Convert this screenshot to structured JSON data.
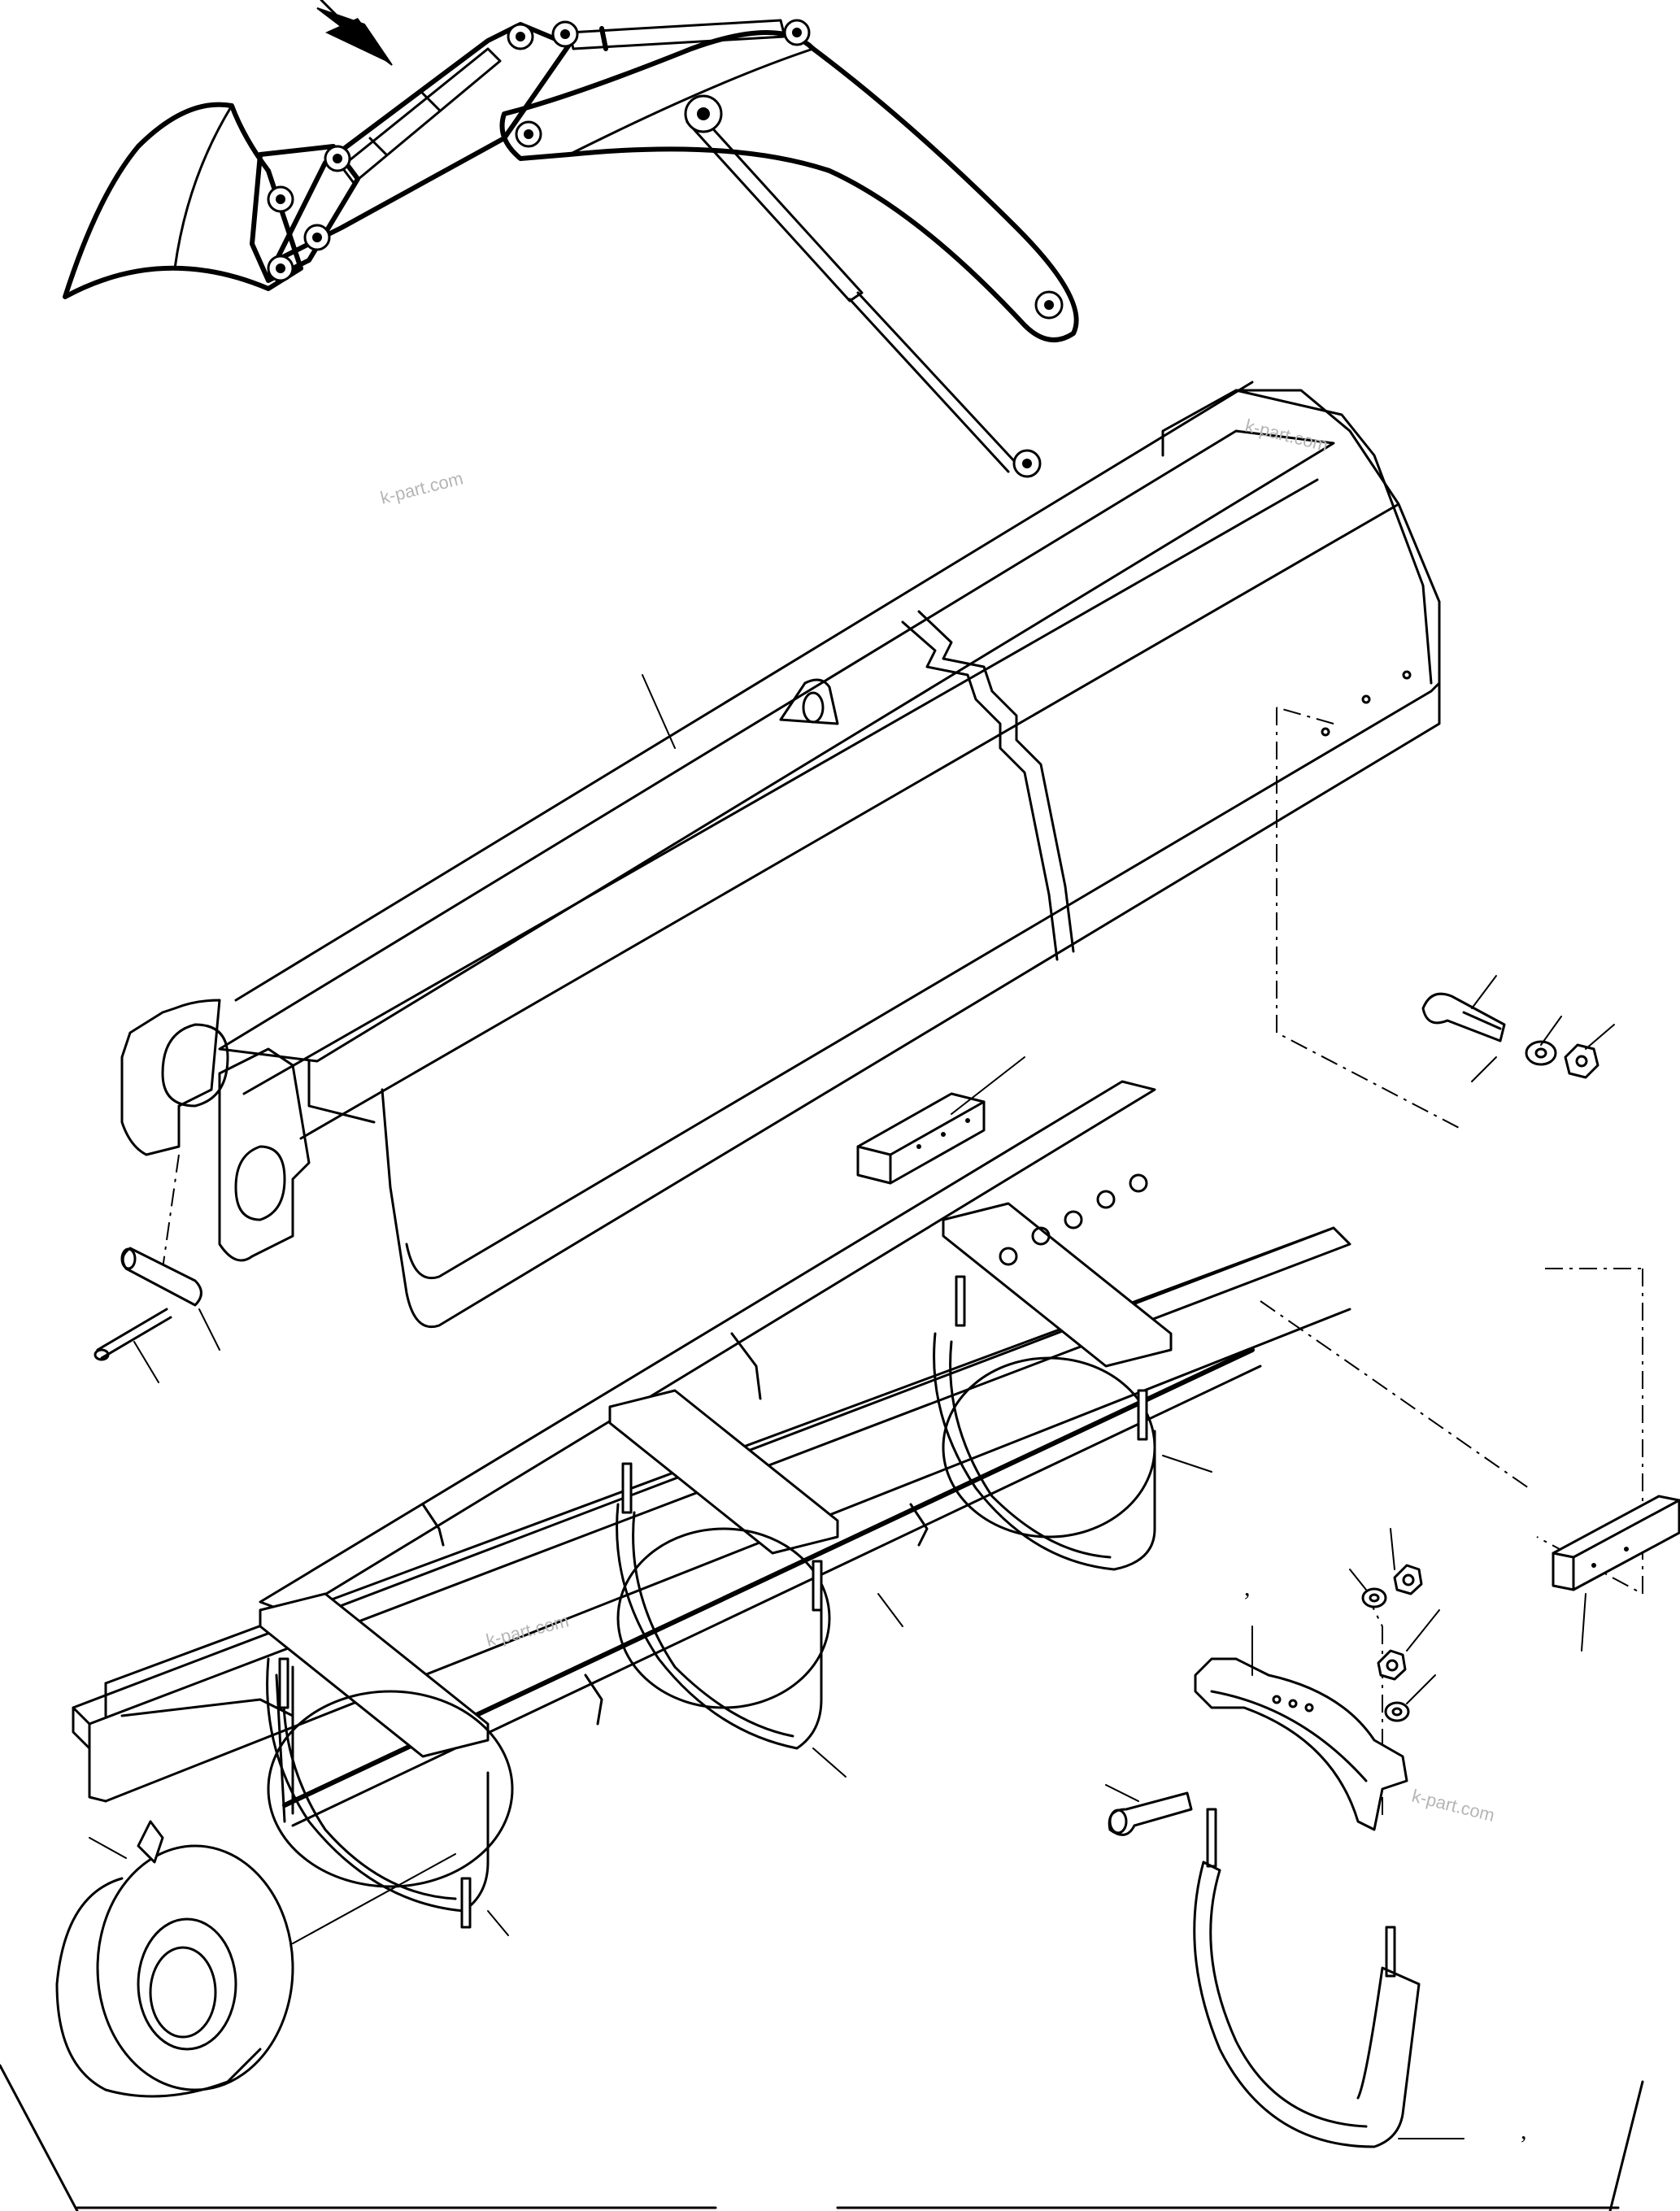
{
  "watermarks": [
    "k-part.com",
    "k-part.com",
    "k-part.com",
    "k-part.com"
  ],
  "marks": [
    ",",
    ","
  ],
  "colors": {
    "line": "#000000",
    "watermark": "#b5b5b5",
    "background": "#ffffff"
  },
  "icons": [
    "view-direction-arrow-icon"
  ]
}
